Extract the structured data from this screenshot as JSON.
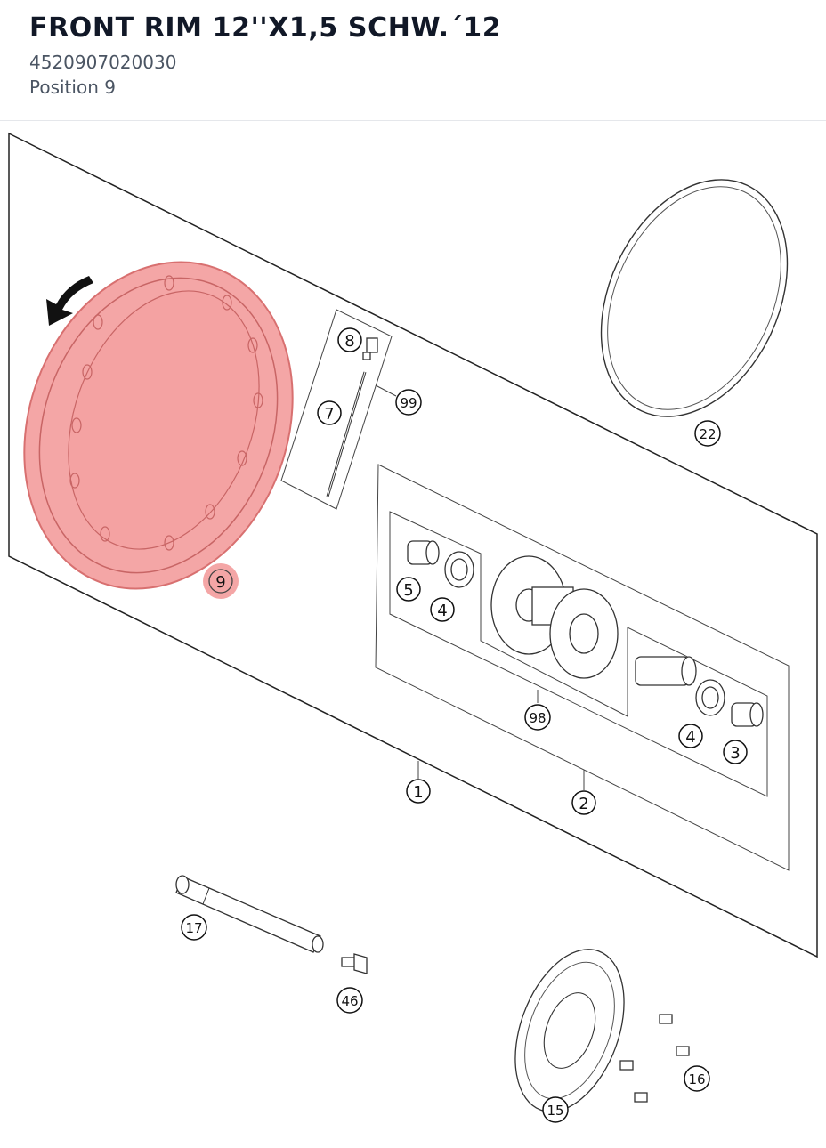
{
  "header": {
    "title": "FRONT RIM 12''X1,5 SCHW.´12",
    "part_number": "4520907020030",
    "position": "Position 9"
  },
  "highlight_color": "#f08080",
  "callouts": {
    "c1": "1",
    "c2": "2",
    "c3": "3",
    "c4a": "4",
    "c4b": "4",
    "c5": "5",
    "c7": "7",
    "c8": "8",
    "c9": "9",
    "c15": "15",
    "c16": "16",
    "c17": "17",
    "c22": "22",
    "c46": "46",
    "c98": "98",
    "c99": "99"
  }
}
